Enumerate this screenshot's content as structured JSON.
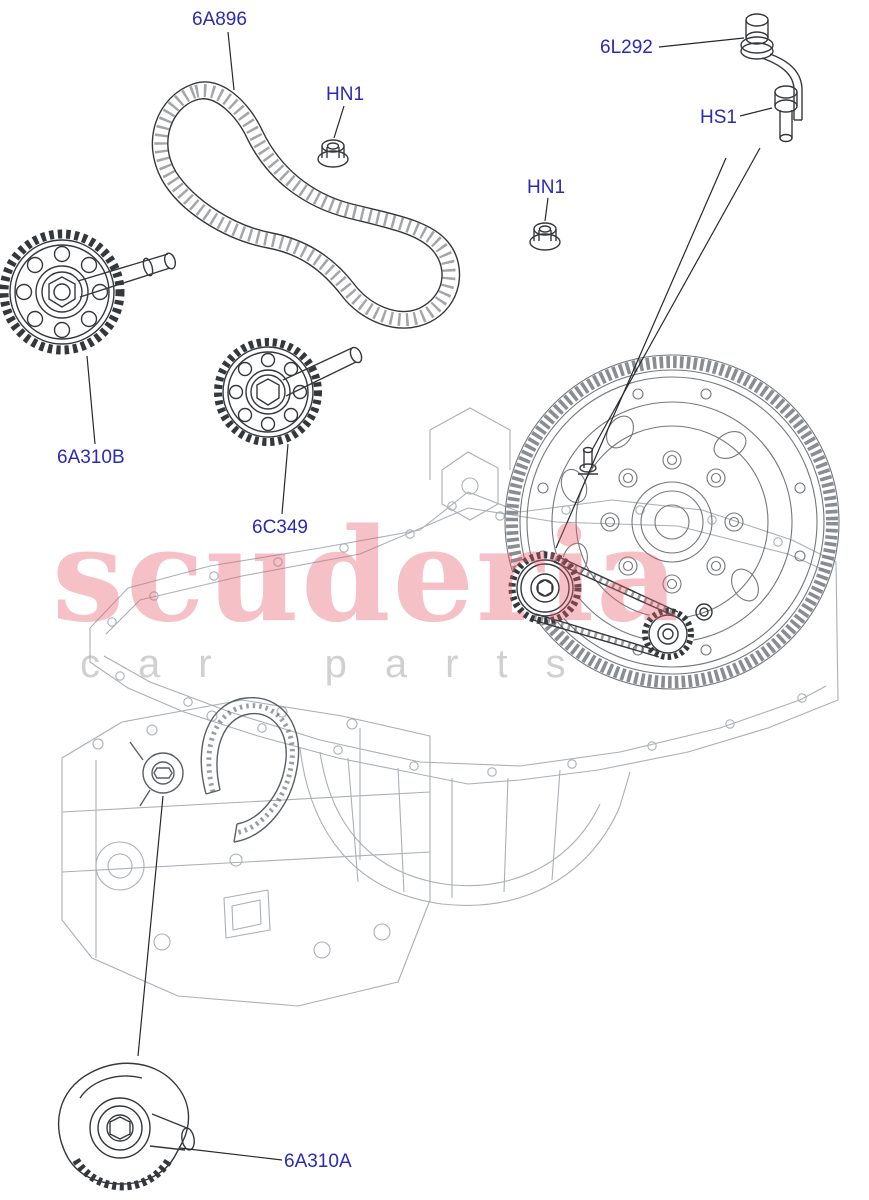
{
  "watermark": {
    "main": "scuderia",
    "sub": "car parts"
  },
  "labels": {
    "chain": "6A896",
    "nut_top": "HN1",
    "nut_mid": "HN1",
    "oil_jet": "6L292",
    "bolt": "HS1",
    "sprocket_left": "6A310B",
    "sprocket_mid": "6C349",
    "tensioner": "6A310A"
  },
  "colors": {
    "label_text": "#2a2ab5",
    "watermark_main": "#e65c6c",
    "watermark_sub": "#aaaaaa",
    "line_dark": "#35383b",
    "line_mid": "#74787c",
    "line_light": "#aab0b6"
  }
}
